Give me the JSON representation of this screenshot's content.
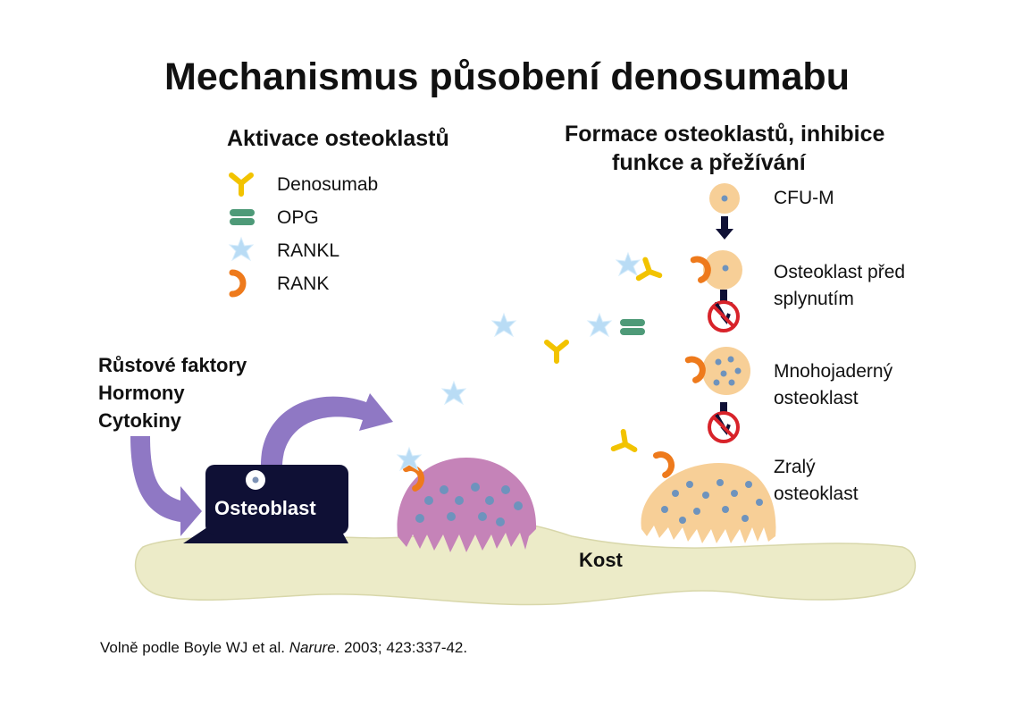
{
  "title": "Mechanismus působení denosumabu",
  "left_header": "Aktivace osteoklastů",
  "right_header": {
    "line1": "Formace osteoklastů, inhibice",
    "line2": "funkce a přežívání"
  },
  "legend": [
    {
      "label": "Denosumab",
      "icon": "denosumab-icon",
      "color": "#f2c300"
    },
    {
      "label": "OPG",
      "icon": "opg-icon",
      "color": "#4e9a78"
    },
    {
      "label": "RANKL",
      "icon": "rankl-icon",
      "color": "#b9dcf5"
    },
    {
      "label": "RANK",
      "icon": "rank-icon",
      "color": "#ee7a1c"
    }
  ],
  "factors": [
    "Růstové faktory",
    "Hormony",
    "Cytokiny"
  ],
  "osteoblast": "Osteoblast",
  "bone": "Kost",
  "stages": [
    {
      "line1": "CFU-M",
      "line2": ""
    },
    {
      "line1": "Osteoklast před",
      "line2": "splynutím"
    },
    {
      "line1": "Mnohojaderný",
      "line2": "osteoklast"
    },
    {
      "line1": "Zralý",
      "line2": "osteoklast"
    }
  ],
  "citation": {
    "prefix": "Volně podle Boyle WJ et al. ",
    "journal": "Narure",
    "suffix": ". 2003; 423:337-42."
  },
  "colors": {
    "osteoblast": "#0f1035",
    "bone": "#ecebc8",
    "arrow_purple": "#8f78c4",
    "osteoclast_active": "#c583b8",
    "osteoclast_cell": "#f7cf97",
    "nucleus": "#6e93bd",
    "inhibit_red": "#d8232a"
  }
}
